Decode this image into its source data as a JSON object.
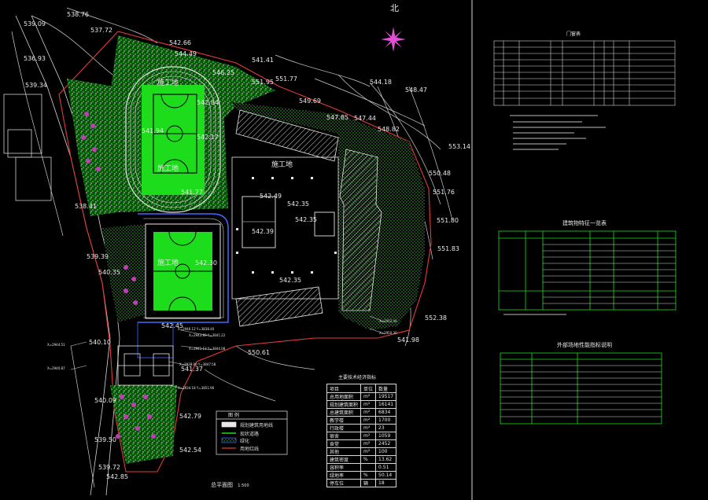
{
  "north_label": "北",
  "plan_title": "总平面图",
  "plan_scale": "1:500",
  "labels_white": [
    "施工地",
    "施工地",
    "施工地",
    "施工地"
  ],
  "elevations": [
    {
      "t": "538.76"
    },
    {
      "t": "537.72"
    },
    {
      "t": "539.09"
    },
    {
      "t": "542.66"
    },
    {
      "t": "536.93"
    },
    {
      "t": "544.49"
    },
    {
      "t": "541.41"
    },
    {
      "t": "546.25"
    },
    {
      "t": "551.77"
    },
    {
      "t": "551.95"
    },
    {
      "t": "539.34"
    },
    {
      "t": "544.18"
    },
    {
      "t": "548.47"
    },
    {
      "t": "549.69"
    },
    {
      "t": "547.44"
    },
    {
      "t": "547.85"
    },
    {
      "t": "548.82"
    },
    {
      "t": "553.14"
    },
    {
      "t": "542.84"
    },
    {
      "t": "541.94"
    },
    {
      "t": "542.17"
    },
    {
      "t": "550.48"
    },
    {
      "t": "541.77"
    },
    {
      "t": "551.76"
    },
    {
      "t": "538.41"
    },
    {
      "t": "542.49"
    },
    {
      "t": "542.35"
    },
    {
      "t": "551.80"
    },
    {
      "t": "542.35"
    },
    {
      "t": "542.39"
    },
    {
      "t": "551.83"
    },
    {
      "t": "542.30"
    },
    {
      "t": "539.39"
    },
    {
      "t": "540.35"
    },
    {
      "t": "542.35"
    },
    {
      "t": "552.38"
    },
    {
      "t": "542.45"
    },
    {
      "t": "541.98"
    },
    {
      "t": "541.37"
    },
    {
      "t": "540.10"
    },
    {
      "t": "550.61"
    },
    {
      "t": "540.09"
    },
    {
      "t": "542.79"
    },
    {
      "t": "539.50"
    },
    {
      "t": "542.54"
    },
    {
      "t": "539.72"
    },
    {
      "t": "542.85"
    }
  ],
  "legend": {
    "title": "图 例",
    "items": [
      "规划建筑用地线",
      "现状道路",
      "绿化",
      "用地红线"
    ]
  },
  "econ_table": {
    "title": "主要技术经济指标",
    "headers": [
      "项目",
      "单位",
      "数量"
    ],
    "rows": [
      {
        "name": "总用地面积",
        "unit": "m²",
        "value": "19517"
      },
      {
        "name": "规划建筑面积",
        "unit": "m²",
        "value": "16141"
      },
      {
        "name": "总建筑面积",
        "unit": "m²",
        "value": "6834"
      },
      {
        "name": "教学楼",
        "unit": "m²",
        "value": "1700"
      },
      {
        "name": "行政楼",
        "unit": "m²",
        "value": "23"
      },
      {
        "name": "宿舍",
        "unit": "m²",
        "value": "1059"
      },
      {
        "name": "食堂",
        "unit": "m²",
        "value": "2452"
      },
      {
        "name": "其他",
        "unit": "m²",
        "value": "100"
      },
      {
        "name": "建筑密度",
        "unit": "%",
        "value": "13.62"
      },
      {
        "name": "容积率",
        "unit": "",
        "value": "0.51"
      },
      {
        "name": "绿地率",
        "unit": "%",
        "value": "50.14"
      },
      {
        "name": "停车位",
        "unit": "辆",
        "value": "18"
      }
    ]
  },
  "right_titles": {
    "door_table": "门窗表",
    "building_table": "建筑物特征一览表",
    "site_table": "外部场地性能指标说明"
  },
  "colors": {
    "green": "#1cdc1c",
    "hatch": "#d0d0d0",
    "red": "#e23b3b",
    "pink": "#e34fd6",
    "blue": "#3c6cff",
    "yellow": "#e8d03a"
  }
}
